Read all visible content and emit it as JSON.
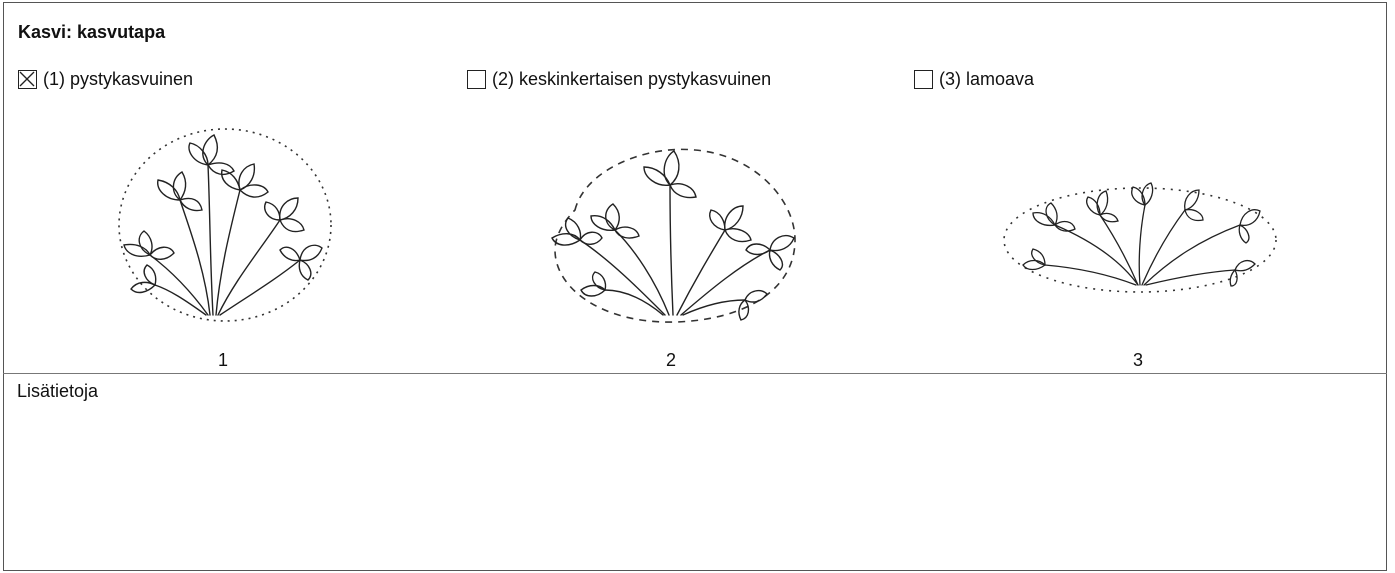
{
  "form": {
    "title": "Kasvi: kasvutapa",
    "options": [
      {
        "label": "(1) pystykasvuinen",
        "checked": true
      },
      {
        "label": "(2) keskinkertaisen pystykasvuinen",
        "checked": false
      },
      {
        "label": "(3) lamoava",
        "checked": false
      }
    ],
    "figures": [
      {
        "number": "1",
        "icon": "upright-plant-illustration"
      },
      {
        "number": "2",
        "icon": "semi-upright-plant-illustration"
      },
      {
        "number": "3",
        "icon": "prostrate-plant-illustration"
      }
    ],
    "notes_label": "Lisätietoja",
    "notes_value": ""
  }
}
